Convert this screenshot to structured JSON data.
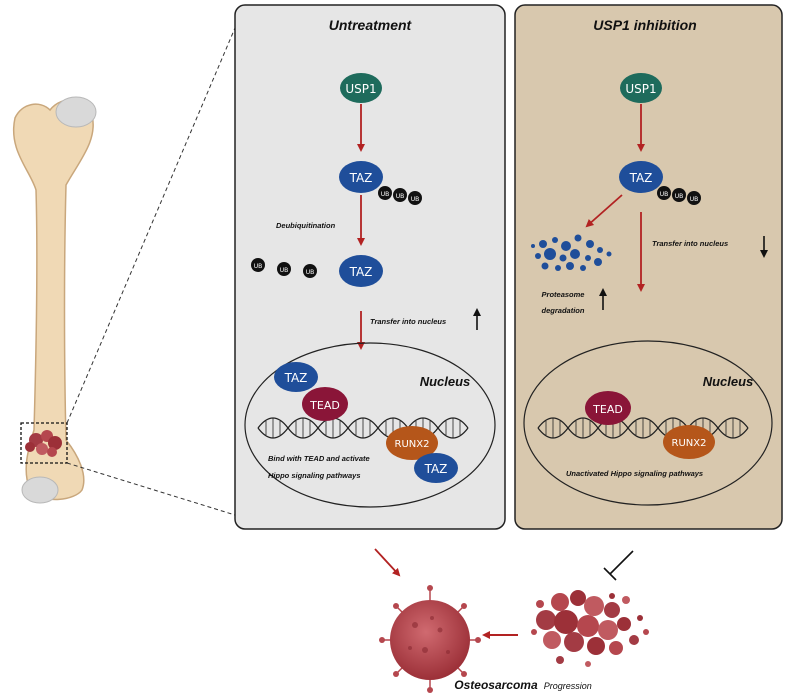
{
  "panels": {
    "left_title": "Untreatment",
    "right_title": "USP1 inhibition"
  },
  "proteins": {
    "usp1": "USP1",
    "taz": "TAZ",
    "ub": "UB",
    "tead": "TEAD",
    "runx2": "RUNX2"
  },
  "labels": {
    "deubiquitination": "Deubiquitination",
    "transfer_nucleus": "Transfer into nucleus",
    "nucleus": "Nucleus",
    "bind_line1": "Bind with TEAD and activate",
    "bind_line2": "Hippo signaling pathways",
    "proteasome_line1": "Proteasome",
    "proteasome_line2": "degradation",
    "unactivated": "Unactivated  Hippo signaling pathways",
    "osteosarcoma": "Osteosarcoma",
    "progression": "Progression"
  },
  "colors": {
    "usp1": "#1e6b5c",
    "taz": "#1f4e9a",
    "tead": "#8a1538",
    "runx2": "#b5561a",
    "arrow": "#b22222",
    "left_panel_bg": "#e6e6e6",
    "right_panel_bg": "#d8c8ae",
    "bone": "#f0d9b5",
    "tumor": "#b5474e"
  }
}
